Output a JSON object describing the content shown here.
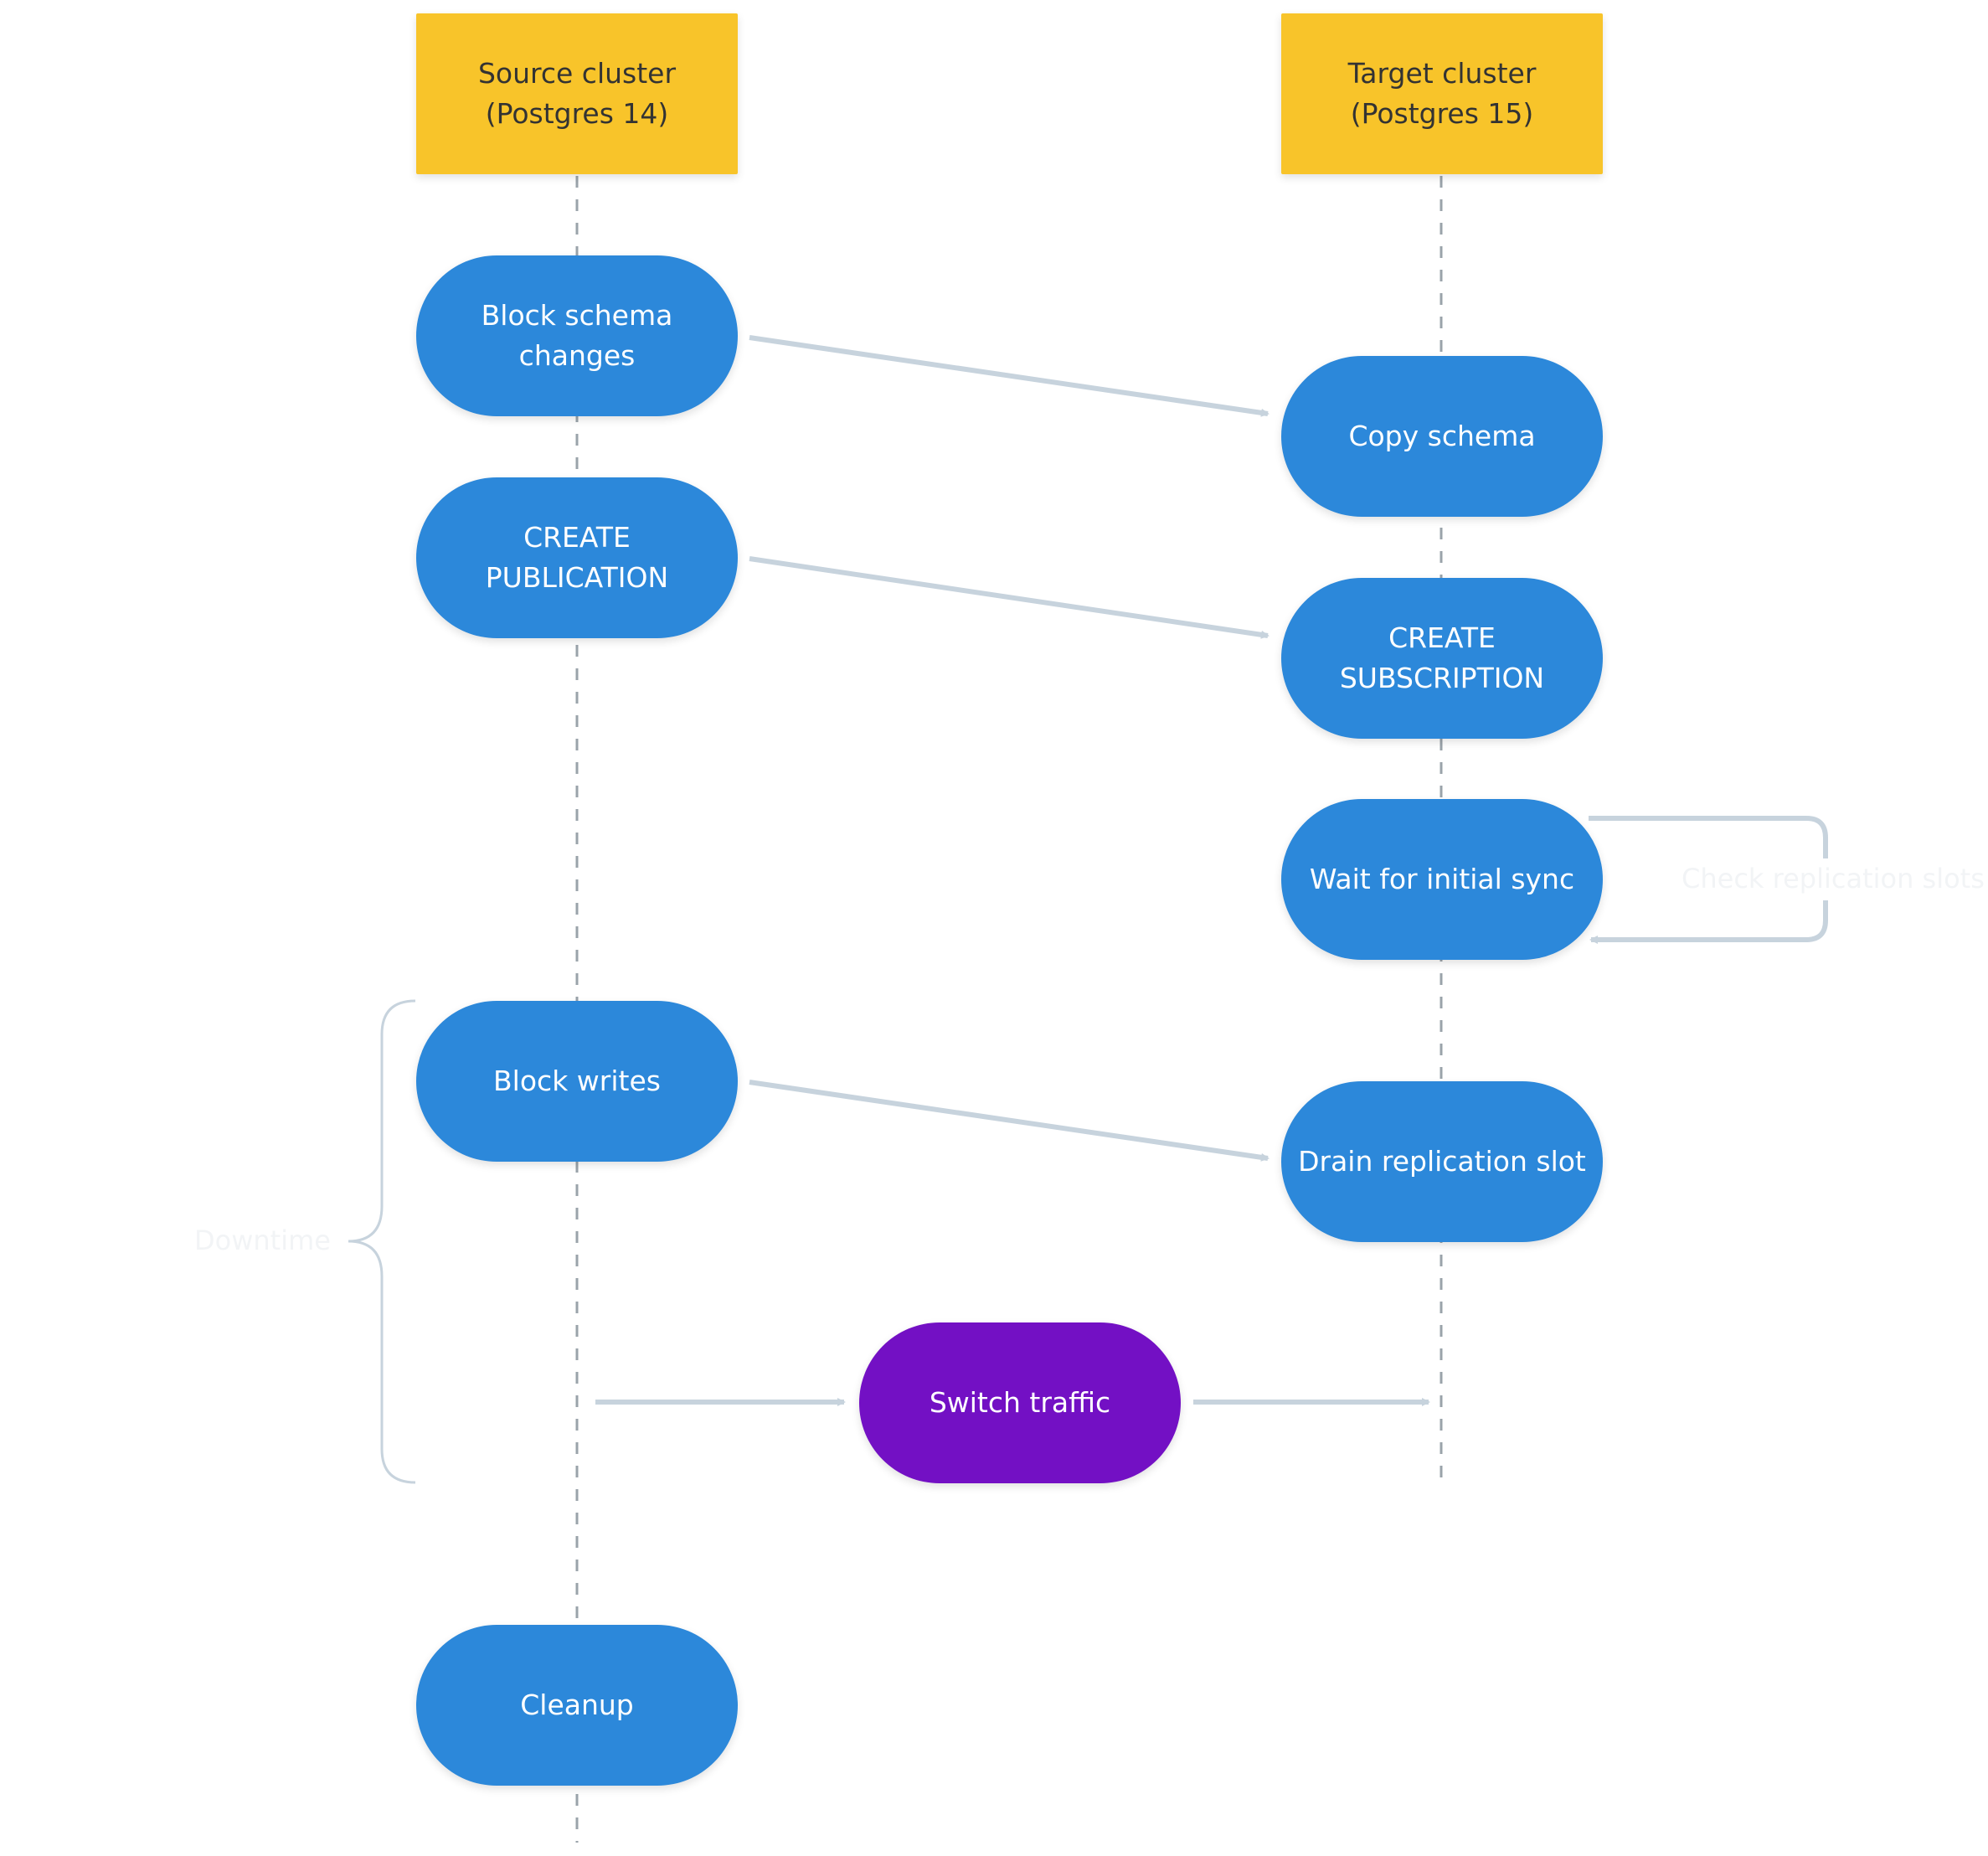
{
  "colors": {
    "header": "#f8c42a",
    "step": "#2c88da",
    "switch": "#7310c4",
    "connector": "#c7d3dd",
    "lifeline": "#9aa3aa"
  },
  "lanes": {
    "source": {
      "title": "Source cluster\n(Postgres 14)"
    },
    "target": {
      "title": "Target cluster\n(Postgres 15)"
    }
  },
  "steps": {
    "block_schema": "Block schema\nchanges",
    "copy_schema": "Copy schema",
    "create_publication": "CREATE\nPUBLICATION",
    "create_subscription": "CREATE\nSUBSCRIPTION",
    "wait_sync": "Wait for initial sync",
    "block_writes": "Block writes",
    "drain_slot": "Drain replication slot",
    "switch_traffic": "Switch traffic",
    "cleanup": "Cleanup"
  },
  "annotations": {
    "loop_label": "Check replication slots",
    "brace_label": "Downtime"
  }
}
